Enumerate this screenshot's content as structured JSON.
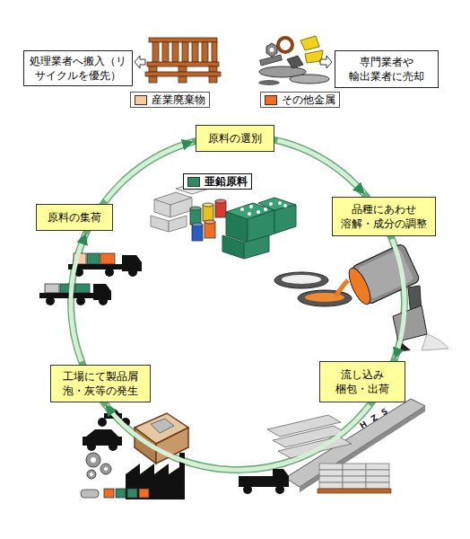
{
  "diagram": {
    "nodes": [
      {
        "text": [
          "処理業者へ搬入（リ サイクルを優先）"
        ]
      },
      {
        "text": [
          "専門業者や 輸出業者に売却"
        ]
      },
      {
        "text": [
          "原料の選別"
        ]
      },
      {
        "text": [
          "原料の集荷"
        ]
      },
      {
        "text": [
          "品種にあわせ 溶解・成分の調整"
        ]
      },
      {
        "text": [
          "流し込み 梱包・出荷"
        ]
      },
      {
        "text": [
          "工場にて製品屑 泡・灰等の発生"
        ]
      }
    ],
    "edges": [
      {
        "from": 2,
        "to": 4,
        "arrow": "to"
      },
      {
        "from": 4,
        "to": 5,
        "arrow": "to"
      },
      {
        "from": 5,
        "to": 6,
        "arrow": "to"
      },
      {
        "from": 6,
        "to": 3,
        "arrow": "to"
      },
      {
        "from": 3,
        "to": 2,
        "arrow": "to"
      }
    ],
    "labels": [
      "HZS"
    ],
    "legend": [
      {
        "text": "産業廃棄物",
        "color": "#fbc9a0"
      },
      {
        "text": "その他金属",
        "color": "#f26c22"
      },
      {
        "text": "亜鉛原料",
        "color": "#2e8b66"
      }
    ]
  }
}
